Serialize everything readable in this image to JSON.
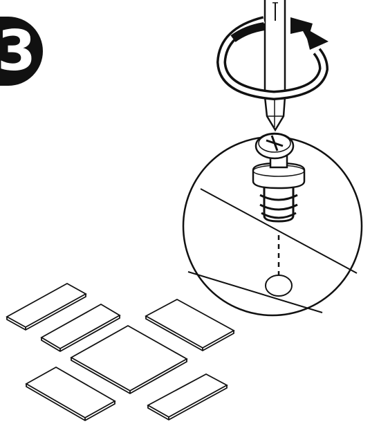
{
  "step": {
    "number": "3"
  },
  "illustration": {
    "icons": [
      "screwdriver-icon",
      "rotation-arrow-icon",
      "cam-bolt-icon",
      "pre-drilled-hole-icon",
      "magnified-detail-circle",
      "panel-parts-layout"
    ],
    "colors": {
      "line": "#111111",
      "fill": "#ffffff"
    },
    "panel_count": 6
  }
}
